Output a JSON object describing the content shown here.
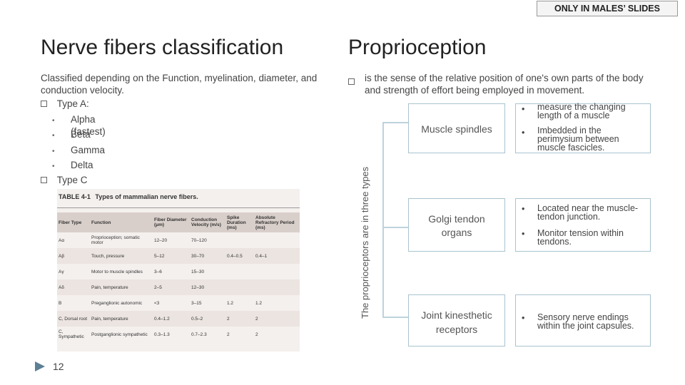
{
  "badge": "ONLY IN MALES’ SLIDES",
  "left": {
    "title": "Nerve fibers classification",
    "intro": "Classified depending on the Function, myelination, diameter, and conduction velocity.",
    "type_a": "Type A:",
    "subtypes": [
      "Alpha (fastest)",
      "Beta",
      "Gamma",
      "Delta"
    ],
    "type_c": "Type C"
  },
  "table": {
    "caption_num": "TABLE 4-1",
    "caption": "Types of mammalian nerve fibers.",
    "headers": [
      "Fiber Type",
      "Function",
      "Fiber Diameter (μm)",
      "Conduction Velocity (m/s)",
      "Spike Duration (ms)",
      "Absolute Refractory Period (ms)"
    ],
    "rows": [
      [
        "Aα",
        "Proprioception; somatic motor",
        "12–20",
        "70–120",
        "",
        ""
      ],
      [
        "Aβ",
        "Touch, pressure",
        "5–12",
        "30–70",
        "0.4–0.5",
        "0.4–1"
      ],
      [
        "Aγ",
        "Motor to muscle spindles",
        "3–6",
        "15–30",
        "",
        ""
      ],
      [
        "Aδ",
        "Pain, temperature",
        "2–5",
        "12–30",
        "",
        ""
      ],
      [
        "B",
        "Preganglionic autonomic",
        "<3",
        "3–15",
        "1.2",
        "1.2"
      ],
      [
        "C, Dorsal root",
        "Pain, temperature",
        "0.4–1.2",
        "0.5–2",
        "2",
        "2"
      ],
      [
        "C, Sympathetic",
        "Postganglionic sympathetic",
        "0.3–1.3",
        "0.7–2.3",
        "2",
        "2"
      ]
    ]
  },
  "page_number": "12",
  "right": {
    "title": "Proprioception",
    "intro": "is the sense of the relative position of one's own parts of the body and strength of effort being employed in movement.",
    "vertical_label": "The proprioceptors are in three types",
    "types": [
      {
        "name": "Muscle spindles",
        "points": [
          "measure the changing length of a muscle",
          "Imbedded in the perimysium between muscle fascicles."
        ]
      },
      {
        "name": "Golgi tendon organs",
        "points": [
          "Located near the muscle-tendon junction.",
          "Monitor tension within tendons."
        ]
      },
      {
        "name": "Joint kinesthetic receptors",
        "points": [
          "Sensory nerve endings within the joint capsules."
        ]
      }
    ]
  }
}
